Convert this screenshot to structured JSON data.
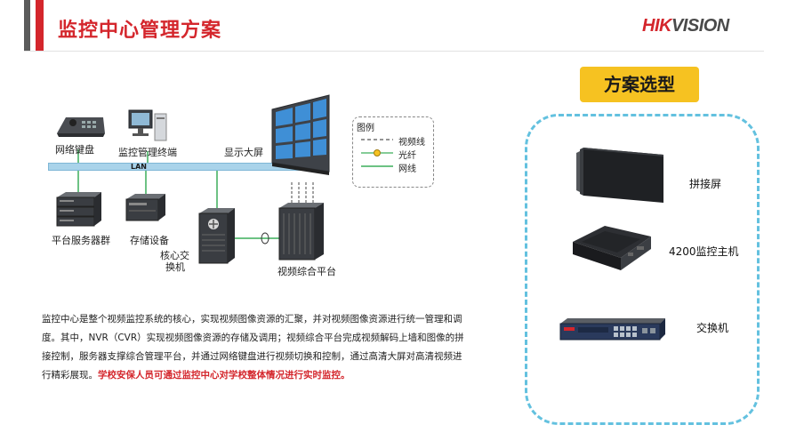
{
  "header": {
    "title": "监控中心管理方案",
    "brand_red": "HIK",
    "brand_gray": "VISION"
  },
  "selection": {
    "button_label": "方案选型",
    "products": [
      {
        "label": "拼接屏",
        "icon": "video-wall-panel-icon"
      },
      {
        "label": "4200监控主机",
        "icon": "monitor-host-icon"
      },
      {
        "label": "交换机",
        "icon": "network-switch-icon"
      }
    ]
  },
  "diagram": {
    "labels": {
      "keyboard": "网络键盘",
      "terminal": "监控管理终端",
      "wall": "显示大屏",
      "lan": "LAN",
      "server": "平台服务器群",
      "storage": "存储设备",
      "core_switch_1": "核心交",
      "core_switch_2": "换机",
      "platform": "视频综合平台"
    },
    "legend": {
      "title": "图例",
      "items": [
        {
          "label": "视频线",
          "style": "dashed"
        },
        {
          "label": "光纤",
          "style": "fiber"
        },
        {
          "label": "网线",
          "style": "solid"
        }
      ]
    }
  },
  "description": {
    "line1": "监控中心是整个视频监控系统的核心，实现视频图像资源的汇聚，并对视频图像资源进行统一管理和调",
    "line2": "度。其中，NVR（CVR）实现视频图像资源的存储及调用；视频综合平台完成视频解码上墙和图像的拼",
    "line3": "接控制，服务器支撑综合管理平台，并通过网络键盘进行视频切换和控制，通过高清大屏对高清视频进",
    "line4_normal": "行精彩展现。",
    "line4_highlight": "学校安保人员可通过监控中心对学校整体情况进行实时监控。"
  },
  "colors": {
    "brand_red": "#d4262c",
    "accent_yellow": "#f6c221",
    "dash_blue": "#63c1df",
    "lan_blue": "#a9d3ea",
    "line_green": "#3cae5a"
  }
}
